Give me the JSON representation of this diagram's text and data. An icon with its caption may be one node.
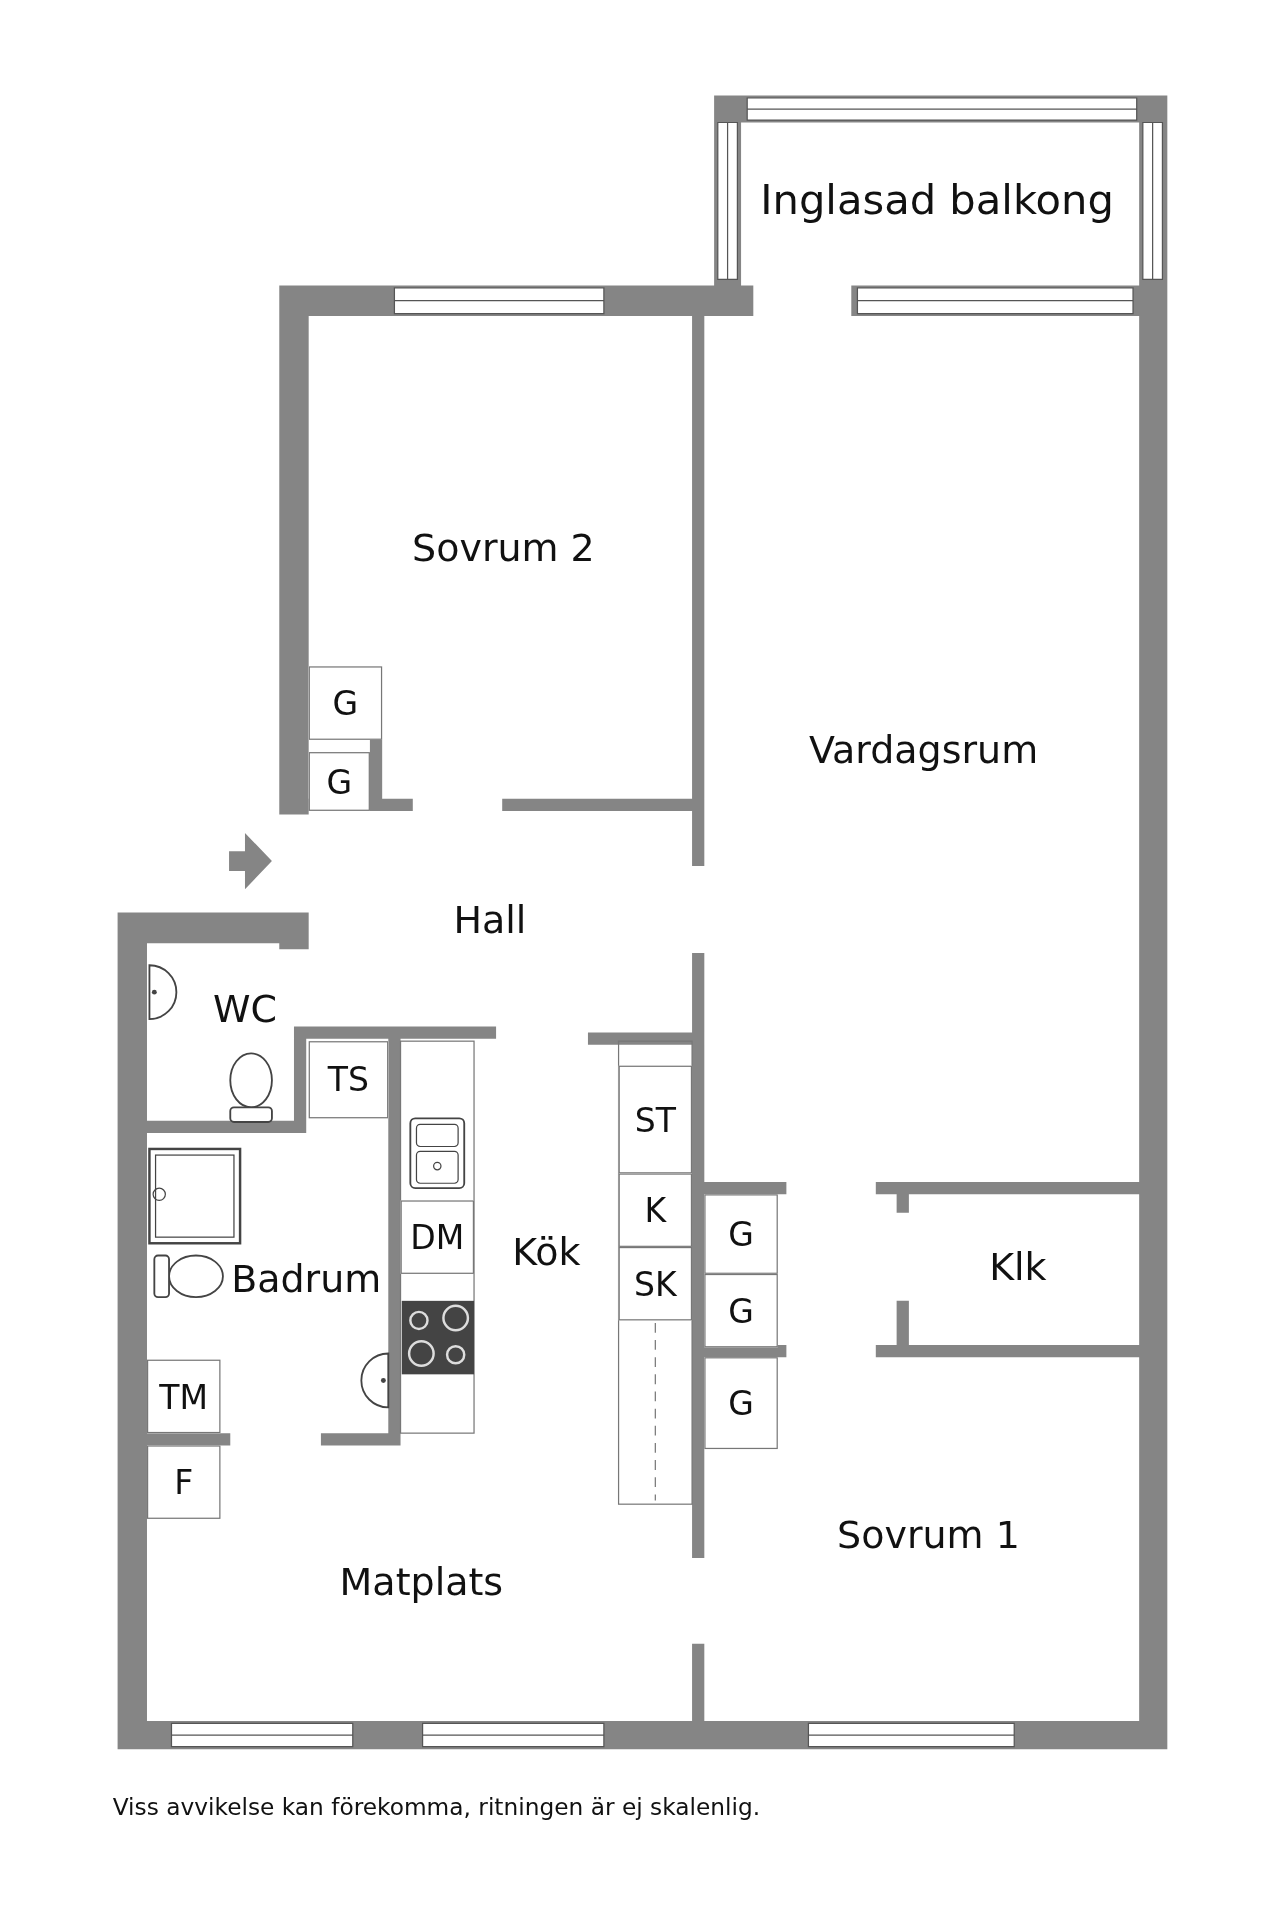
{
  "diagram": {
    "caption": "Viss avvikelse kan förekomma, ritningen är ej skalenlig.",
    "nodes": [
      {
        "text": [
          "G"
        ]
      },
      {
        "text": [
          "G"
        ]
      },
      {
        "text": [
          "TS"
        ]
      },
      {
        "text": [
          "ST"
        ]
      },
      {
        "text": [
          "K"
        ]
      },
      {
        "text": [
          "G"
        ]
      },
      {
        "text": [
          "DM"
        ]
      },
      {
        "text": [
          "SK"
        ]
      },
      {
        "text": [
          "G"
        ]
      },
      {
        "text": [
          "TM"
        ]
      },
      {
        "text": [
          "G"
        ]
      },
      {
        "text": [
          "F"
        ]
      }
    ],
    "labels": [
      "Inglasad balkong",
      "Sovrum 2",
      "Vardagsrum",
      "Hall",
      "WC",
      "Kök",
      "Klk",
      "Badrum",
      "Sovrum 1",
      "Matplats"
    ]
  }
}
